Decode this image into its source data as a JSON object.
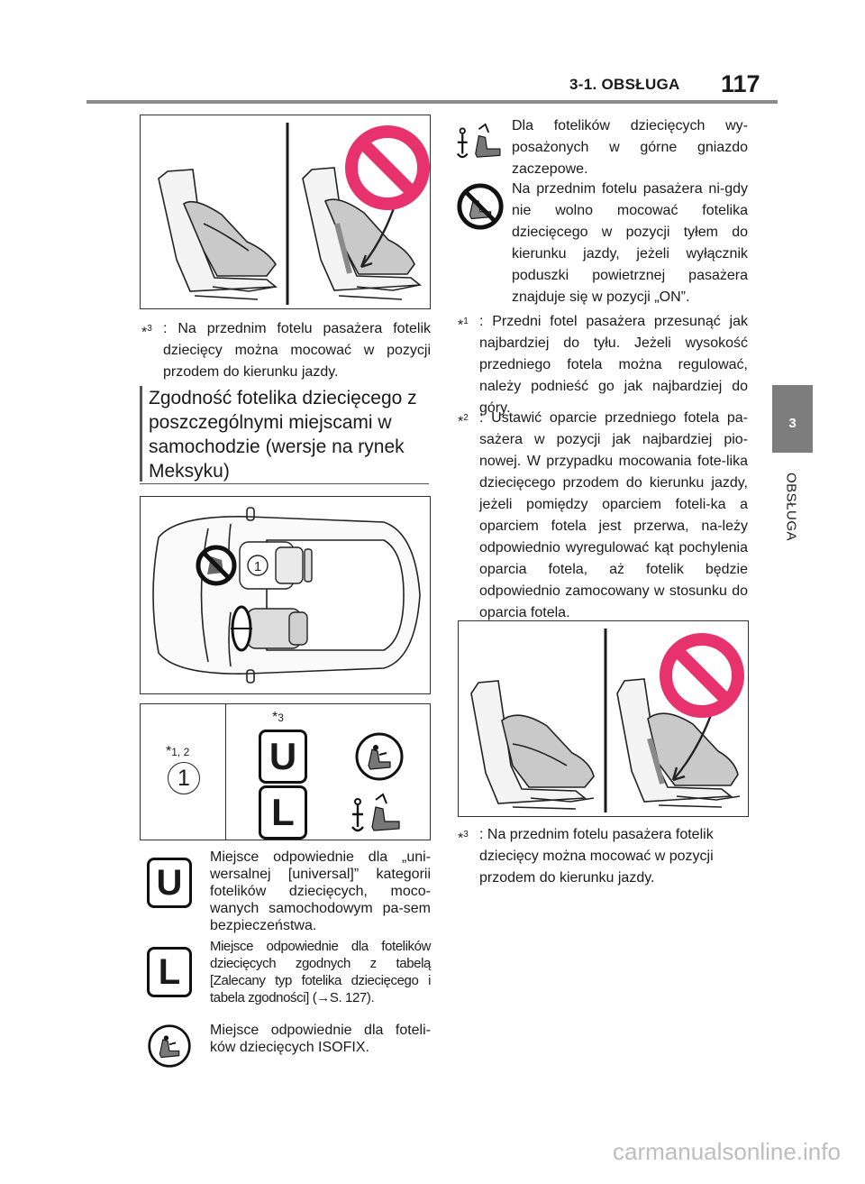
{
  "header": {
    "section": "3-1. OBSŁUGA",
    "page_number": "117"
  },
  "side_tab": {
    "number": "3",
    "label": "OBSŁUGA"
  },
  "left_column": {
    "note_caption_top": {
      "mark": "*",
      "sup": "3",
      "text": ": Na przednim fotelu pasażera fotelik dziecięcy można mocować w pozycji przodem do kierunku jazdy."
    },
    "heading": "Zgodność fotelika dziecięcego z poszczególnymi miejscami w samochodzie (wersje na rynek Meksyku)",
    "diagram_seat_number": "1",
    "table": {
      "left_mark": "*",
      "left_sup": "1, 2",
      "left_number": "1",
      "right_mark": "*",
      "right_sup": "3",
      "letter_u": "U",
      "letter_l": "L"
    },
    "legend": [
      {
        "icon": "U",
        "text": "Miejsce odpowiednie dla „uni-wersalnej [universal]” kategorii fotelików dziecięcych, moco-wanych samochodowym pa-sem bezpieczeństwa."
      },
      {
        "icon": "L",
        "text": "Miejsce odpowiednie dla fotelików dziecięcych zgodnych z tabelą [Zalecany typ fotelika dziecięcego i tabela zgodności] (→S. 127)."
      },
      {
        "icon": "isofix-seat-icon",
        "text": "Miejsce odpowiednie dla foteli-ków dziecięcych ISOFIX."
      }
    ]
  },
  "right_column": {
    "items": [
      {
        "icon": "top-tether-seat-icon",
        "text": "Dla fotelików dziecięcych wy-posażonych w górne gniazdo zaczepowe."
      },
      {
        "icon": "prohibited-seat-icon",
        "text": "Na przednim fotelu pasażera ni-gdy nie wolno mocować fotelika dziecięcego w pozycji tyłem do kierunku jazdy, jeżeli wyłącznik poduszki powietrznej pasażera znajduje się w pozycji „ON”."
      }
    ],
    "notes": [
      {
        "mark": "*",
        "sup": "1",
        "text": ": Przedni fotel pasażera przesunąć jak najbardziej do tyłu. Jeżeli wysokość przedniego fotela można regulować, należy podnieść go jak najbardziej do góry."
      },
      {
        "mark": "*",
        "sup": "2",
        "text": ": Ustawić oparcie przedniego fotela pa-sażera w pozycji jak najbardziej pio-nowej. W przypadku mocowania fote-lika dziecięcego przodem do kierunku jazdy, jeżeli pomiędzy oparciem foteli-ka a oparciem fotela jest przerwa, na-leży odpowiednio wyregulować kąt pochylenia oparcia fotela, aż fotelik będzie odpowiednio zamocowany w stosunku do oparcia fotela."
      }
    ],
    "note_caption_bottom": {
      "mark": "*",
      "sup": "3",
      "text": ": Na przednim fotelu pasażera fotelik dziecięcy można mocować w pozycji przodem do kierunku jazdy."
    }
  },
  "footer": {
    "watermark": "carmanualsonline.info"
  },
  "colors": {
    "prohibited": "#e8326e",
    "tab": "#7d7d7d",
    "seat_fill": "#c9c9c9",
    "line": "#333333"
  }
}
